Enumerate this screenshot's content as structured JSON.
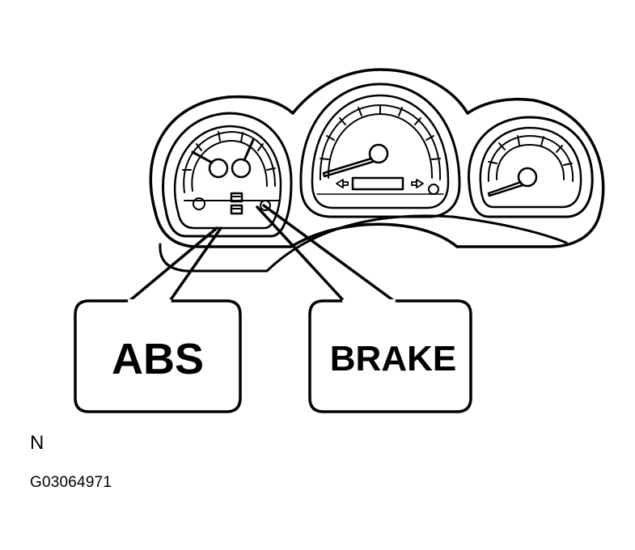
{
  "callouts": {
    "abs": {
      "label": "ABS"
    },
    "brake": {
      "label": "BRAKE"
    }
  },
  "footer": {
    "letter": "N",
    "figure_code": "G03064971"
  },
  "colors": {
    "line": "#000000",
    "background": "#ffffff"
  }
}
